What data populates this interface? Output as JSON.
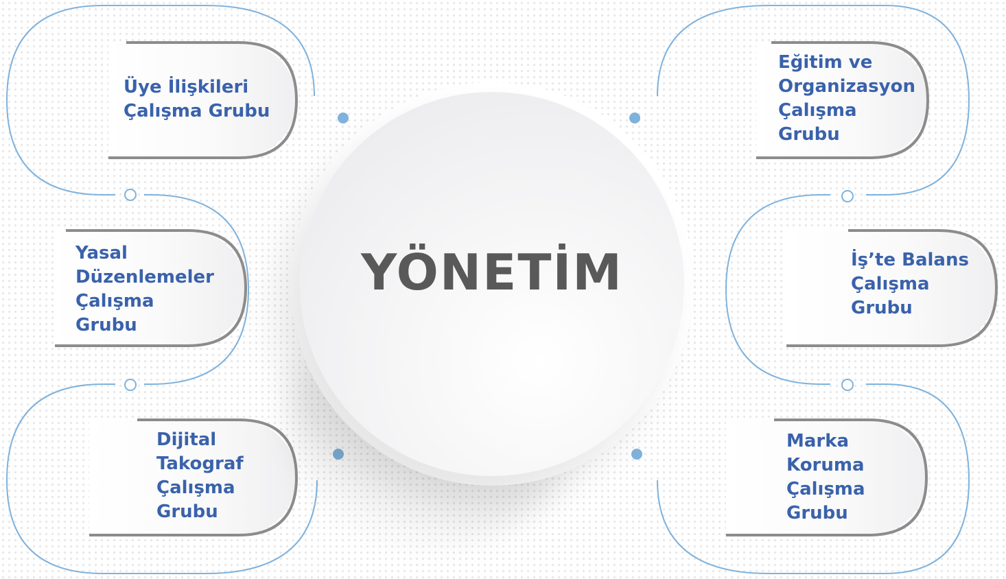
{
  "center": {
    "title": "YÖNETİM"
  },
  "groups": [
    {
      "id": "uye",
      "label": "Üye İlişkileri\nÇalışma Grubu"
    },
    {
      "id": "yasal",
      "label": "Yasal\nDüzenlemeler\nÇalışma\nGrubu"
    },
    {
      "id": "dijital",
      "label": "Dijital\nTakograf\nÇalışma\nGrubu"
    },
    {
      "id": "egitim",
      "label": "Eğitim ve\nOrganizasyon\nÇalışma\nGrubu"
    },
    {
      "id": "is",
      "label": "İş’te Balans\nÇalışma\nGrubu"
    },
    {
      "id": "marka",
      "label": "Marka\nKoruma\nÇalışma\nGrubu"
    }
  ],
  "colors": {
    "label": "#3a62ab",
    "outline": "#7fb2dc",
    "dot": "#7fb2dc",
    "pill_stroke": "#8c8c8c",
    "title": "#595959"
  }
}
